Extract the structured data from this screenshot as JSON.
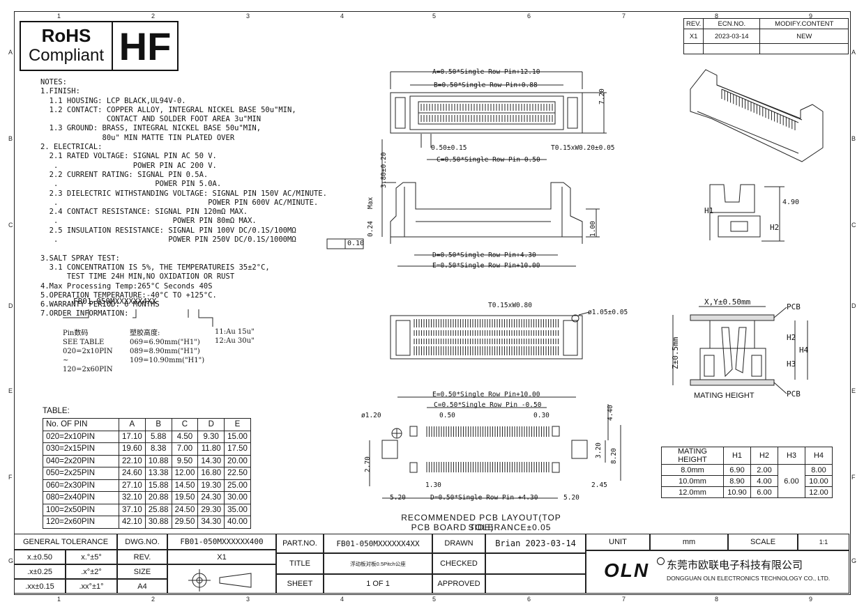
{
  "zones_top": [
    "1",
    "2",
    "3",
    "4",
    "5",
    "6",
    "7",
    "8",
    "9"
  ],
  "zones_side": [
    "A",
    "B",
    "C",
    "D",
    "E",
    "F",
    "G"
  ],
  "badges": {
    "rohs_line1": "RoHS",
    "rohs_line2": "Compliant",
    "hf": "HF"
  },
  "revision": {
    "headers": [
      "REV.",
      "ECN.NO.",
      "MODIFY.CONTENT"
    ],
    "row": [
      "X1",
      "2023-03-14",
      "NEW"
    ]
  },
  "notes": [
    "NOTES:",
    "1.FINISH:",
    "  1.1 HOUSING: LCP BLACK,UL94V-0.",
    "  1.2 CONTACT: COPPER ALLOY, INTEGRAL NICKEL BASE 50u\"MIN,",
    "               CONTACT AND SOLDER FOOT AREA 3u\"MIN",
    "  1.3 GROUND: BRASS, INTEGRAL NICKEL BASE 50u\"MIN,",
    "              80u\" MIN MATTE TIN PLATED OVER",
    "2. ELECTRICAL:",
    "  2.1 RATED VOLTAGE: SIGNAL PIN AC 50 V.",
    "   .                 POWER PIN AC 200 V.",
    "  2.2 CURRENT RATING: SIGNAL PIN 0.5A.",
    "   .                      POWER PIN 5.0A.",
    "  2.3 DIELECTRIC WITHSTANDING VOLTAGE: SIGNAL PIN 150V AC/MINUTE.",
    "   .                                  POWER PIN 600V AC/MINUTE.",
    "  2.4 CONTACT RESISTANCE: SIGNAL PIN 120mΩ MAX.",
    "   .                          POWER PIN 80mΩ MAX.",
    "  2.5 INSULATION RESISTANCE: SIGNAL PIN 100V DC/0.1S/100MΩ",
    "   .                         POWER PIN 250V DC/0.1S/1000MΩ",
    "",
    "3.SALT SPRAY TEST:",
    "  3.1 CONCENTRATION IS 5%, THE TEMPERATUREIS 35±2°C,",
    "      TEST TIME 24H MIN,NO OXIDATION OR RUST",
    "4.Max Processing Temp:265°C Seconds 40S",
    "5.OPERATION TEMPERATURE:-40°C TO +125°C.",
    "6.WARRANTY PERIOD: 6 MONTHS",
    "7.ORDER INFORMATION:"
  ],
  "order": {
    "code": "FB01-050MXXXXXX4XX",
    "pin_col": [
      "Pin数码",
      "SEE TABLE",
      "020=2x10PIN",
      "~",
      "120=2x60PIN"
    ],
    "height_col": [
      "塑胶高度:",
      "069=6.90mm(\"H1\")",
      "089=8.90mm(\"H1\")",
      "109=10.90mm(\"H1\")"
    ],
    "plating_col": [
      "11:Au 15u\"",
      "12:Au 30u\""
    ]
  },
  "pin_table": {
    "label": "TABLE:",
    "headers": [
      "No. OF PIN",
      "A",
      "B",
      "C",
      "D",
      "E"
    ],
    "rows": [
      [
        "020=2x10PIN",
        "17.10",
        "5.88",
        "4.50",
        "9.30",
        "15.00"
      ],
      [
        "030=2x15PIN",
        "19.60",
        "8.38",
        "7.00",
        "11.80",
        "17.50"
      ],
      [
        "040=2x20PIN",
        "22.10",
        "10.88",
        "9.50",
        "14.30",
        "20.00"
      ],
      [
        "050=2x25PIN",
        "24.60",
        "13.38",
        "12.00",
        "16.80",
        "22.50"
      ],
      [
        "060=2x30PIN",
        "27.10",
        "15.88",
        "14.50",
        "19.30",
        "25.00"
      ],
      [
        "080=2x40PIN",
        "32.10",
        "20.88",
        "19.50",
        "24.30",
        "30.00"
      ],
      [
        "100=2x50PIN",
        "37.10",
        "25.88",
        "24.50",
        "29.30",
        "35.00"
      ],
      [
        "120=2x60PIN",
        "42.10",
        "30.88",
        "29.50",
        "34.30",
        "40.00"
      ]
    ]
  },
  "mating_table": {
    "headers": [
      "MATING HEIGHT",
      "H1",
      "H2",
      "H3",
      "H4"
    ],
    "rows": [
      [
        "8.0mm",
        "6.90",
        "2.00",
        "8.00"
      ],
      [
        "10.0mm",
        "8.90",
        "4.00",
        "10.00"
      ],
      [
        "12.0mm",
        "10.90",
        "6.00",
        "12.00"
      ]
    ],
    "h3_value": "6.00"
  },
  "dims": {
    "a": "A=0.50*Single Row Pin+12.10",
    "b": "B=0.50*Single Row Pin+0.88",
    "c": "C=0.50*Single Row Pin-0.50",
    "pitch": "0.50±0.15",
    "tol1": "T0.15xW0.20±0.05",
    "h720": "7.20",
    "h380": "3.80±0.20",
    "max": "Max",
    "h024": "0.24",
    "h100": "1.00",
    "flat": "0.10",
    "d": "D=0.50*Single Row Pin+4.30",
    "e": "E=0.50*Single Row Pin+10.00",
    "tol2": "T0.15xW0.80",
    "hole": "ø1.05±0.05",
    "xy": "X,Y±0.50mm",
    "pcb": "PCB",
    "z": "Z±0.5mm",
    "h1": "H1",
    "h2": "H2",
    "h3": "H3",
    "h4": "H4",
    "h490": "4.90",
    "mating": "MATING HEIGHT",
    "e2": "E=0.50*Single Row Pin+10.00",
    "c2": "C=0.50*Single Row Pin -0.50",
    "p050": "0.50",
    "p030": "0.30",
    "d120": "ø1.20",
    "h440": "4.40",
    "h320": "3.20",
    "h820": "8.20",
    "h270": "2.70",
    "w130": "1.30",
    "w245": "2.45",
    "w520a": "5.20",
    "d2": "D=0.50*Single Row Pin +4.30",
    "w520b": "5.20"
  },
  "pcb_caption": [
    "RECOMMENDED PCB LAYOUT(TOP SIDE)",
    "PCB BOARD TOLERANCE±0.05"
  ],
  "title_block": {
    "general_tolerance": "GENERAL TOLERANCE",
    "tol_rows": [
      [
        "x.±0.50",
        "x.°±5°"
      ],
      [
        ".x±0.25",
        ".x°±2°"
      ],
      [
        ".xx±0.15",
        ".xx°±1°"
      ]
    ],
    "dwg_no_label": "DWG.NO.",
    "dwg_no": "FB01-050MXXXXXX400",
    "rev_label": "REV.",
    "rev": "X1",
    "size_label": "SIZE",
    "size": "A4",
    "part_no_label": "PART.NO.",
    "part_no": "FB01-050MXXXXXX4XX",
    "title_label": "TITLE",
    "title": "浮动板对板0.5Pitch公座",
    "sheet_label": "SHEET",
    "sheet": "1 OF 1",
    "drawn_label": "DRAWN",
    "drawn": "Brian 2023-03-14",
    "checked_label": "CHECKED",
    "approved_label": "APPROVED",
    "unit_label": "UNIT",
    "unit": "mm",
    "scale_label": "SCALE",
    "scale": "1:1",
    "logo": "OLN",
    "company_cn": "东莞市欧联电子科技有限公司",
    "company_en": "DONGGUAN OLN ELECTRONICS TECHNOLOGY CO., LTD."
  }
}
